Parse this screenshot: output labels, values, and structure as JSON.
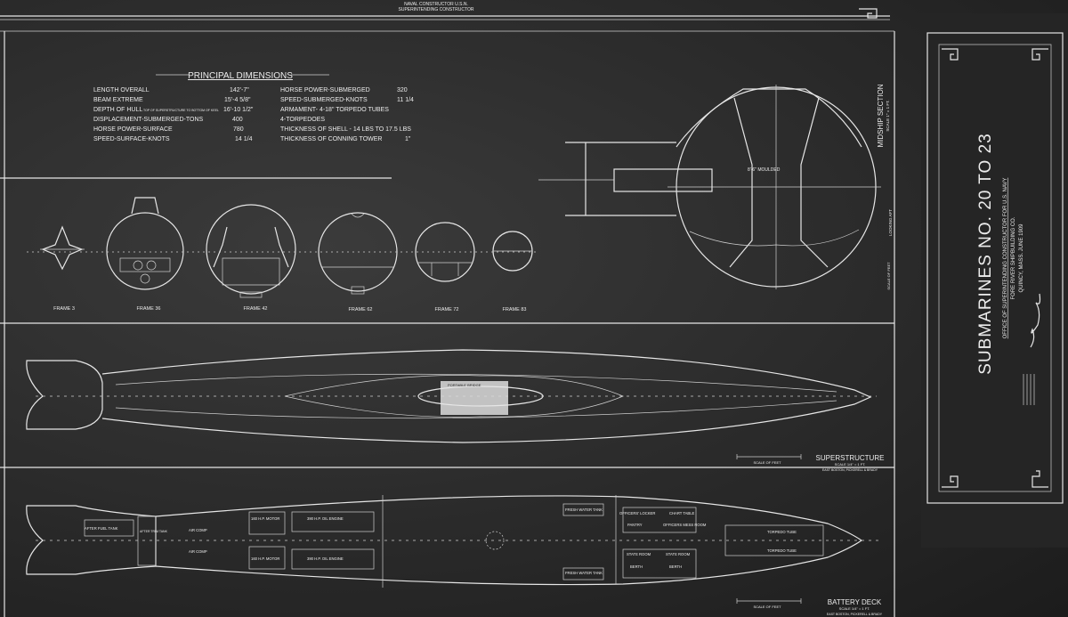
{
  "header": {
    "line1": "NAVAL CONSTRUCTOR U.S.N.",
    "line2": "SUPERINTENDING CONSTRUCTOR"
  },
  "principal_dimensions": {
    "title": "PRINCIPAL DIMENSIONS",
    "left": [
      {
        "label": "LENGTH OVERALL",
        "value": "142'-7\""
      },
      {
        "label": "BEAM EXTREME",
        "value": "15'-4 5/8\""
      },
      {
        "label": "DEPTH OF HULL",
        "note": "TOP OF SUPERSTRUCTURE TO BOTTOM OF KEEL",
        "value": "16'-10 1/2\""
      },
      {
        "label": "DISPLACEMENT-SUBMERGED-TONS",
        "value": "400"
      },
      {
        "label": "HORSE POWER-SURFACE",
        "value": "780"
      },
      {
        "label": "SPEED-SURFACE-KNOTS",
        "value": "14 1/4"
      }
    ],
    "right": [
      {
        "label": "HORSE POWER-SUBMERGED",
        "value": "320"
      },
      {
        "label": "SPEED-SUBMERGED-KNOTS",
        "value": "11 1/4"
      },
      {
        "label": "ARMAMENT- 4-18\" TORPEDO TUBES",
        "value": ""
      },
      {
        "label": "4-TORPEDOES",
        "value": ""
      },
      {
        "label": "THICKNESS OF SHELL - 14 LBS TO 17.5 LBS",
        "value": ""
      },
      {
        "label": "THICKNESS OF CONNING TOWER",
        "value": "1\""
      }
    ]
  },
  "frames": [
    "FRAME 3",
    "FRAME 36",
    "FRAME 42",
    "FRAME 62",
    "FRAME 72",
    "FRAME 83"
  ],
  "midship": {
    "title": "MIDSHIP SECTION",
    "scale": "SCALE 1\" = 1 FT.",
    "looking": "LOOKING AFT",
    "scale_label": "SCALE OF FEET",
    "moulded": "8'-6\" MOULDED"
  },
  "superstructure": {
    "title": "SUPERSTRUCTURE",
    "scale": "SCALE 1/4\" = 1 FT.",
    "builder": "EAST BOSTON, PICKERELL & BRADY",
    "scale_label": "SCALE OF FEET",
    "bridge": "PORTABLE BRIDGE"
  },
  "battery_deck": {
    "title": "BATTERY DECK",
    "scale": "SCALE 1/4\" = 1 FT.",
    "builder": "EAST BOSTON, PICKERELL & BRADY",
    "scale_label": "SCALE OF FEET",
    "rooms": {
      "after_fuel": "AFTER FUEL TANK",
      "after_trim": "AFTER TRIM TANK",
      "air_comp_1": "AIR COMP",
      "air_comp_2": "AIR COMP",
      "motor_1": "160 H.P. MOTOR",
      "motor_2": "160 H.P. MOTOR",
      "engine_1": "390 H.P. OIL ENGINE",
      "engine_2": "390 H.P. OIL ENGINE",
      "water_1": "FRESH WATER TANK",
      "water_2": "FRESH WATER TANK",
      "officers": "OFFICERS' LOCKER",
      "chart": "CHART TABLE",
      "pantry": "PANTRY",
      "mess": "OFFICERS MESS ROOM",
      "state_1": "STATE ROOM",
      "state_2": "STATE ROOM",
      "berth_1": "BERTH",
      "berth_2": "BERTH",
      "torpedo_1": "TORPEDO TUBE",
      "torpedo_2": "TORPEDO TUBE"
    }
  },
  "title_block": {
    "title": "SUBMARINES NO. 20 TO 23",
    "office": "OFFICE OF SUPERINTENDING CONSTRUCTOR FOR U.S. NAVY",
    "yard": "FORE RIVER SHIPBUILDING CO.",
    "place": "QUINCY, MASS. JUNE 1909"
  }
}
